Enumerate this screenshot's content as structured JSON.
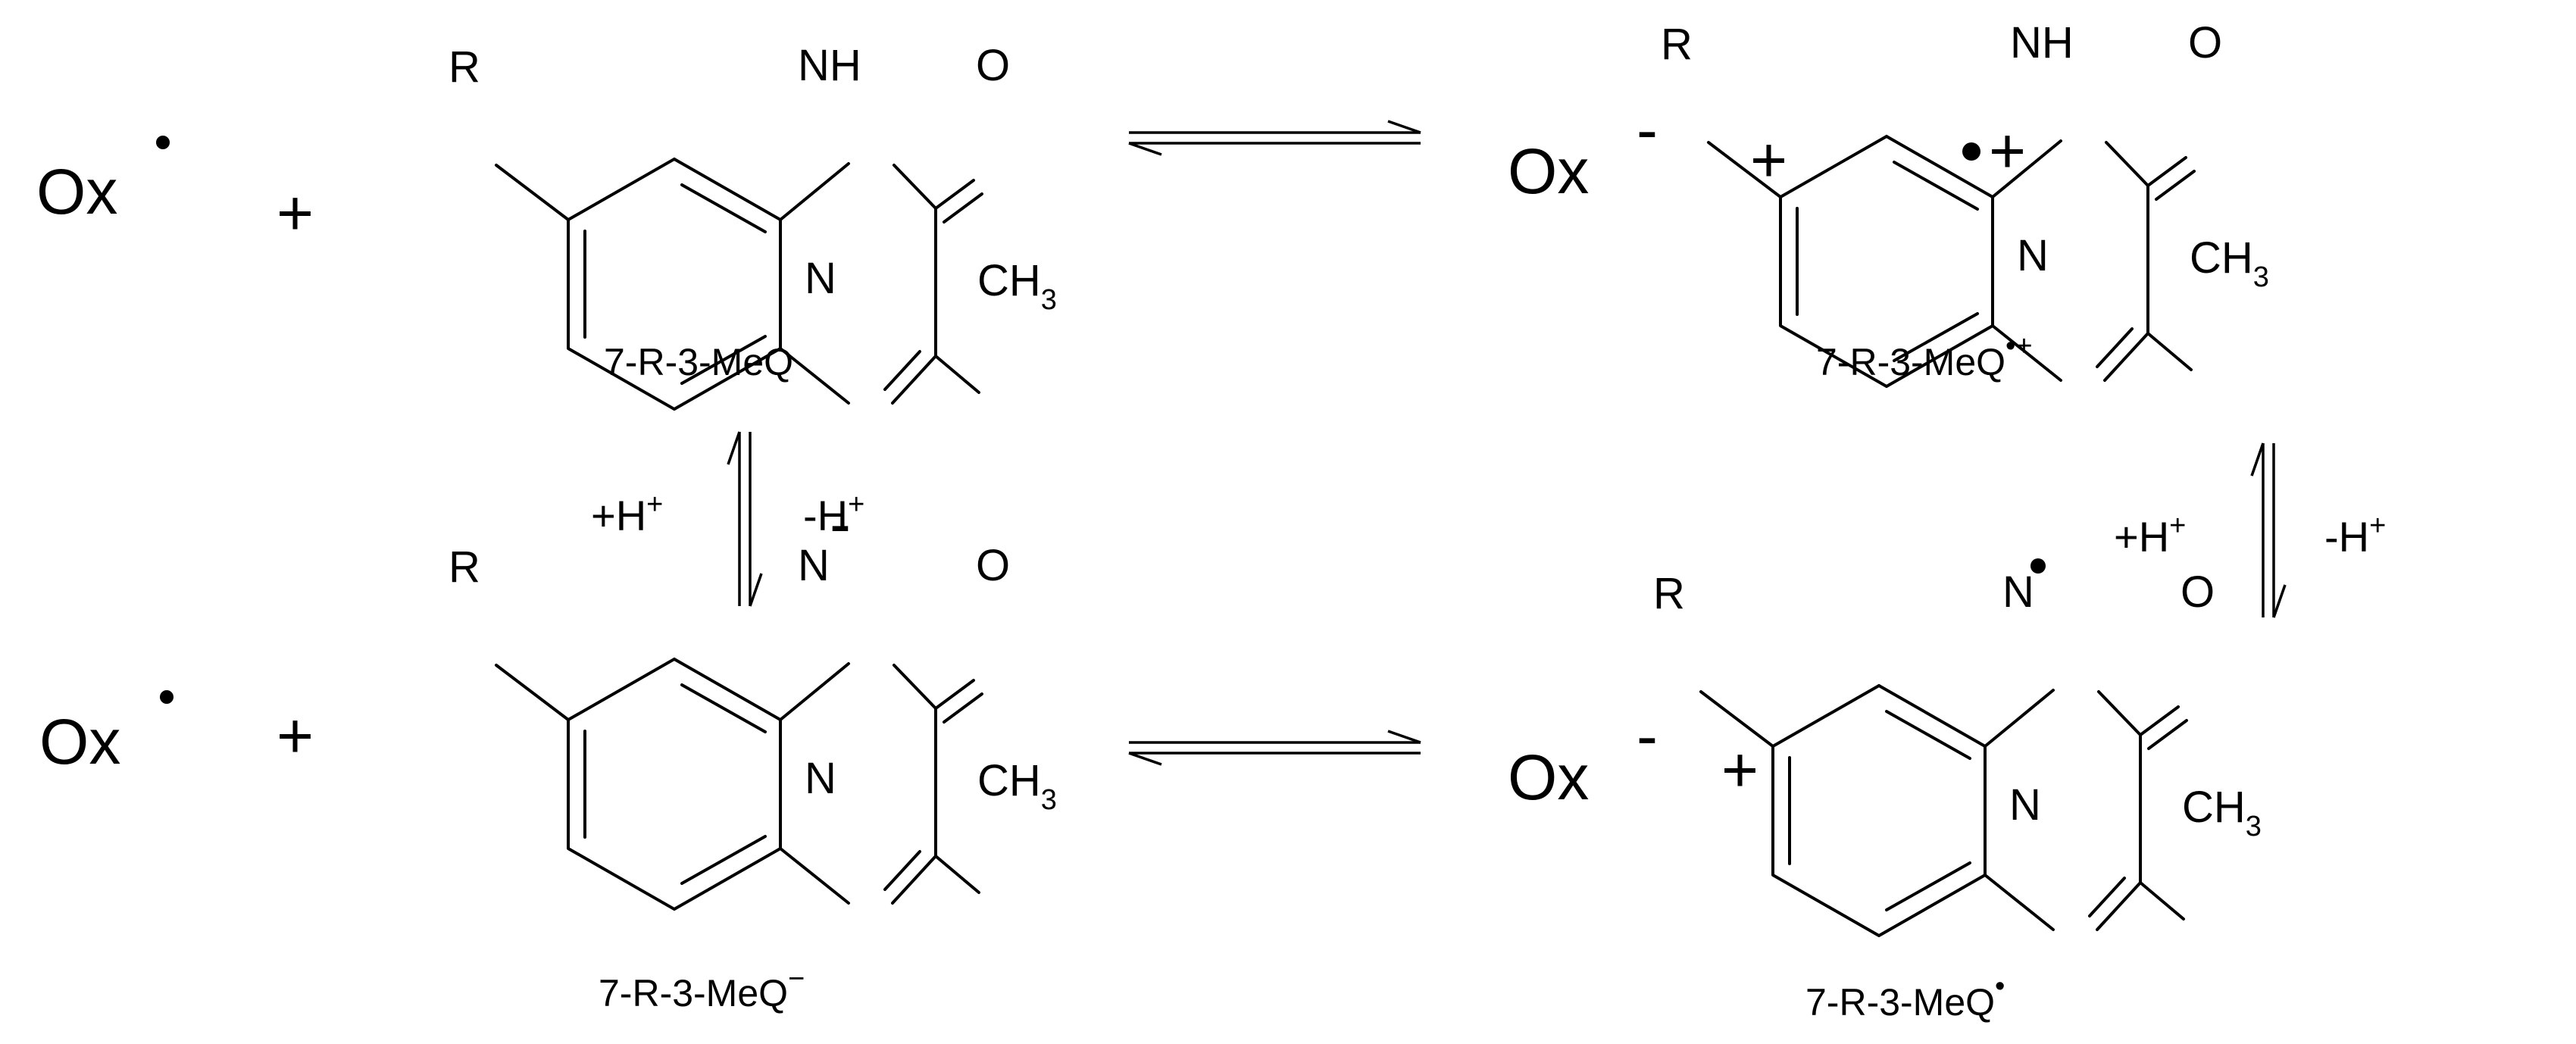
{
  "diagram": {
    "oxidant": "Ox",
    "plus": "+",
    "substituent": "R",
    "atoms": {
      "nh": "NH",
      "n": "N",
      "o": "O",
      "ch": "CH",
      "sub3": "3"
    },
    "charges": {
      "radical": "•",
      "minus": "-",
      "plus": "+"
    },
    "proton": {
      "add": "+H",
      "remove": "-H",
      "sup": "+"
    },
    "labels": {
      "neutral": "7-R-3-MeQ",
      "radical_cation_sup": "•+",
      "anion_sup": "−",
      "radical_sup": "•"
    }
  }
}
